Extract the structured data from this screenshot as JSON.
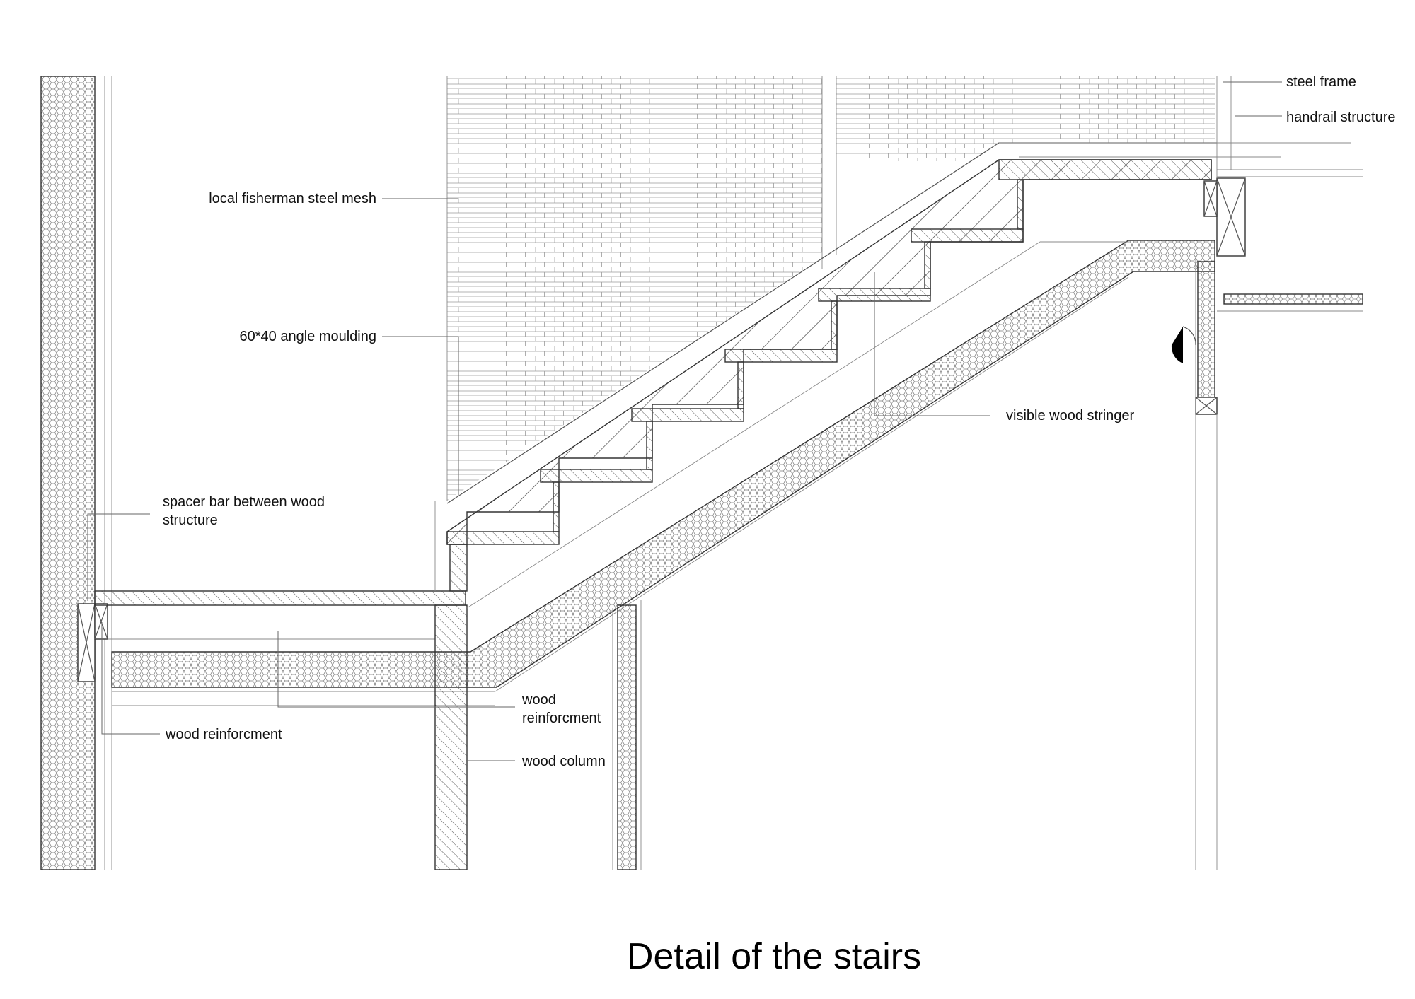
{
  "title": "Detail of the stairs",
  "labels": {
    "steel_frame": "steel frame",
    "handrail_structure": "handrail structure",
    "steel_mesh": "local fisherman steel mesh",
    "angle_moulding": "60*40 angle moulding",
    "wood_stringer": "visible wood stringer",
    "spacer_bar_line1": "spacer bar between wood",
    "spacer_bar_line2": "structure",
    "wood_reinforcement_mid_line1": "wood",
    "wood_reinforcement_mid_line2": "reinforcment",
    "wood_reinforcement_left": "wood reinforcment",
    "wood_column": "wood column"
  },
  "colors": {
    "line": "#555555",
    "text": "#111111",
    "background": "#ffffff"
  }
}
